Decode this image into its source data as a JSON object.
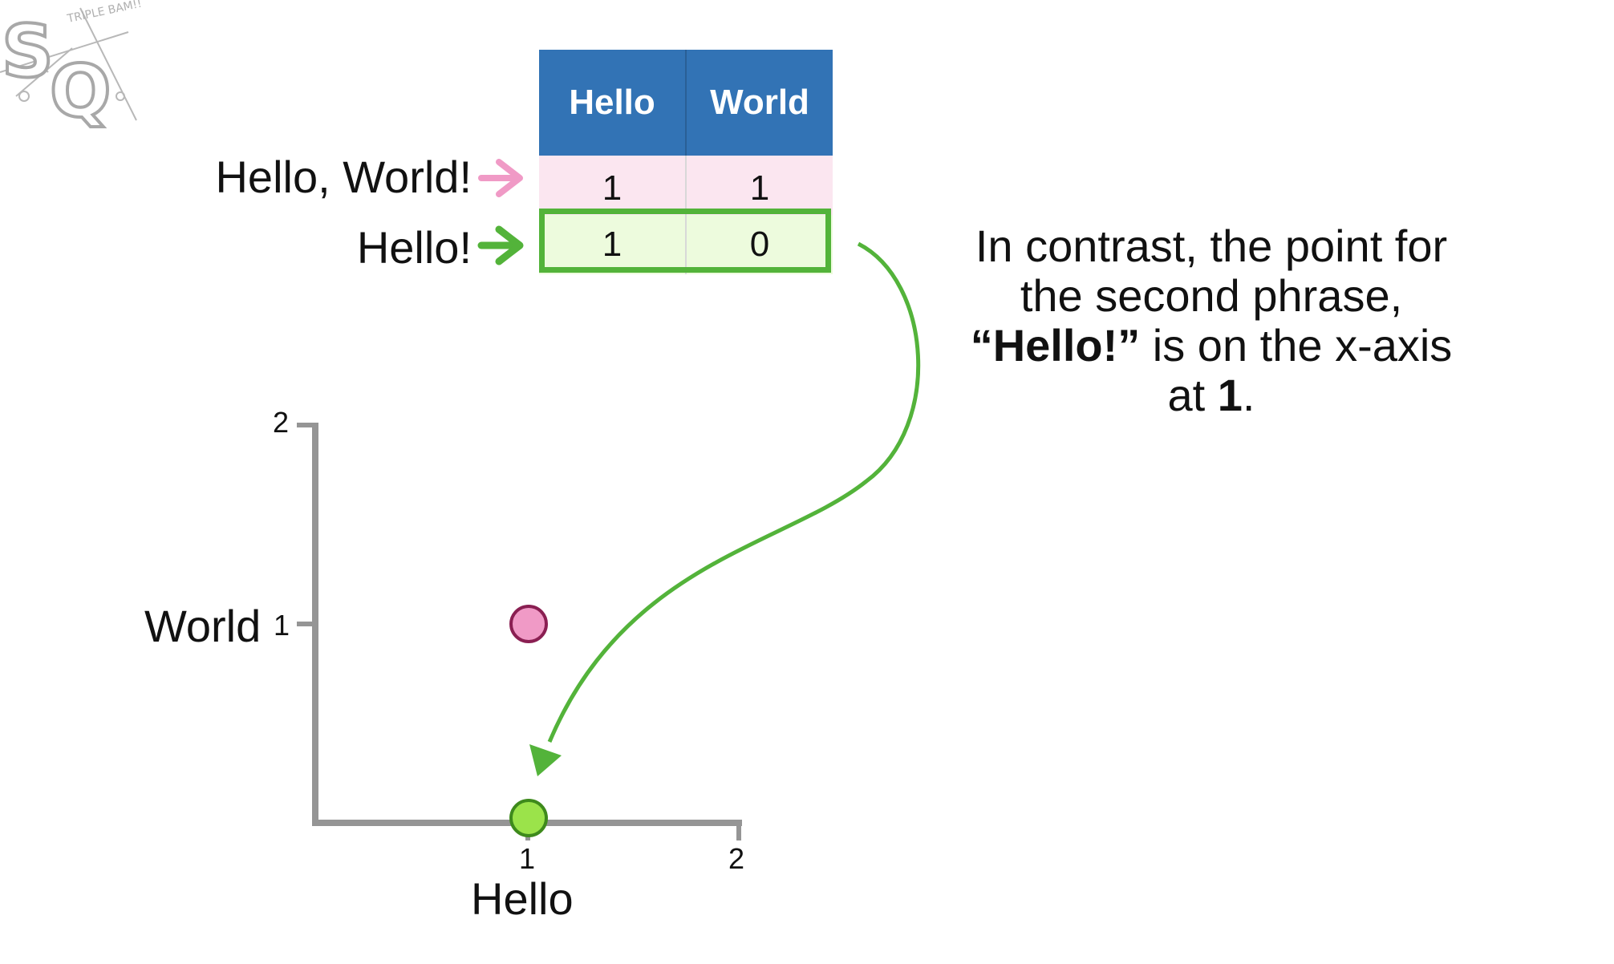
{
  "table": {
    "headers": [
      "Hello",
      "World"
    ],
    "rows": [
      {
        "label": "Hello, World!",
        "values": [
          "1",
          "1"
        ]
      },
      {
        "label": "Hello!",
        "values": [
          "1",
          "0"
        ]
      }
    ]
  },
  "caption": {
    "line1": "In contrast, the point for",
    "line2": "the second phrase,",
    "quote": "“Hello!”",
    "line3_rest": " is on the x-axis",
    "line4_pre": "at ",
    "value": "1",
    "line4_post": "."
  },
  "chart_data": {
    "type": "scatter",
    "xlabel": "Hello",
    "ylabel": "World",
    "xlim": [
      0,
      2
    ],
    "ylim": [
      0,
      2
    ],
    "x_ticks": [
      "1",
      "2"
    ],
    "y_ticks": [
      "1",
      "2"
    ],
    "points": [
      {
        "x": 1,
        "y": 1,
        "color": "#f09ac6",
        "stroke": "#8a1f52"
      },
      {
        "x": 1,
        "y": 0,
        "color": "#9be34a",
        "stroke": "#3e8a1c"
      }
    ]
  },
  "colors": {
    "header_blue": "#3273b5",
    "pink_arrow": "#f09ac6",
    "green_arrow": "#53b33a",
    "axis_gray": "#959595"
  },
  "logo": {
    "letters": "SQ",
    "small_text": "TRIPLE BAM!!"
  }
}
